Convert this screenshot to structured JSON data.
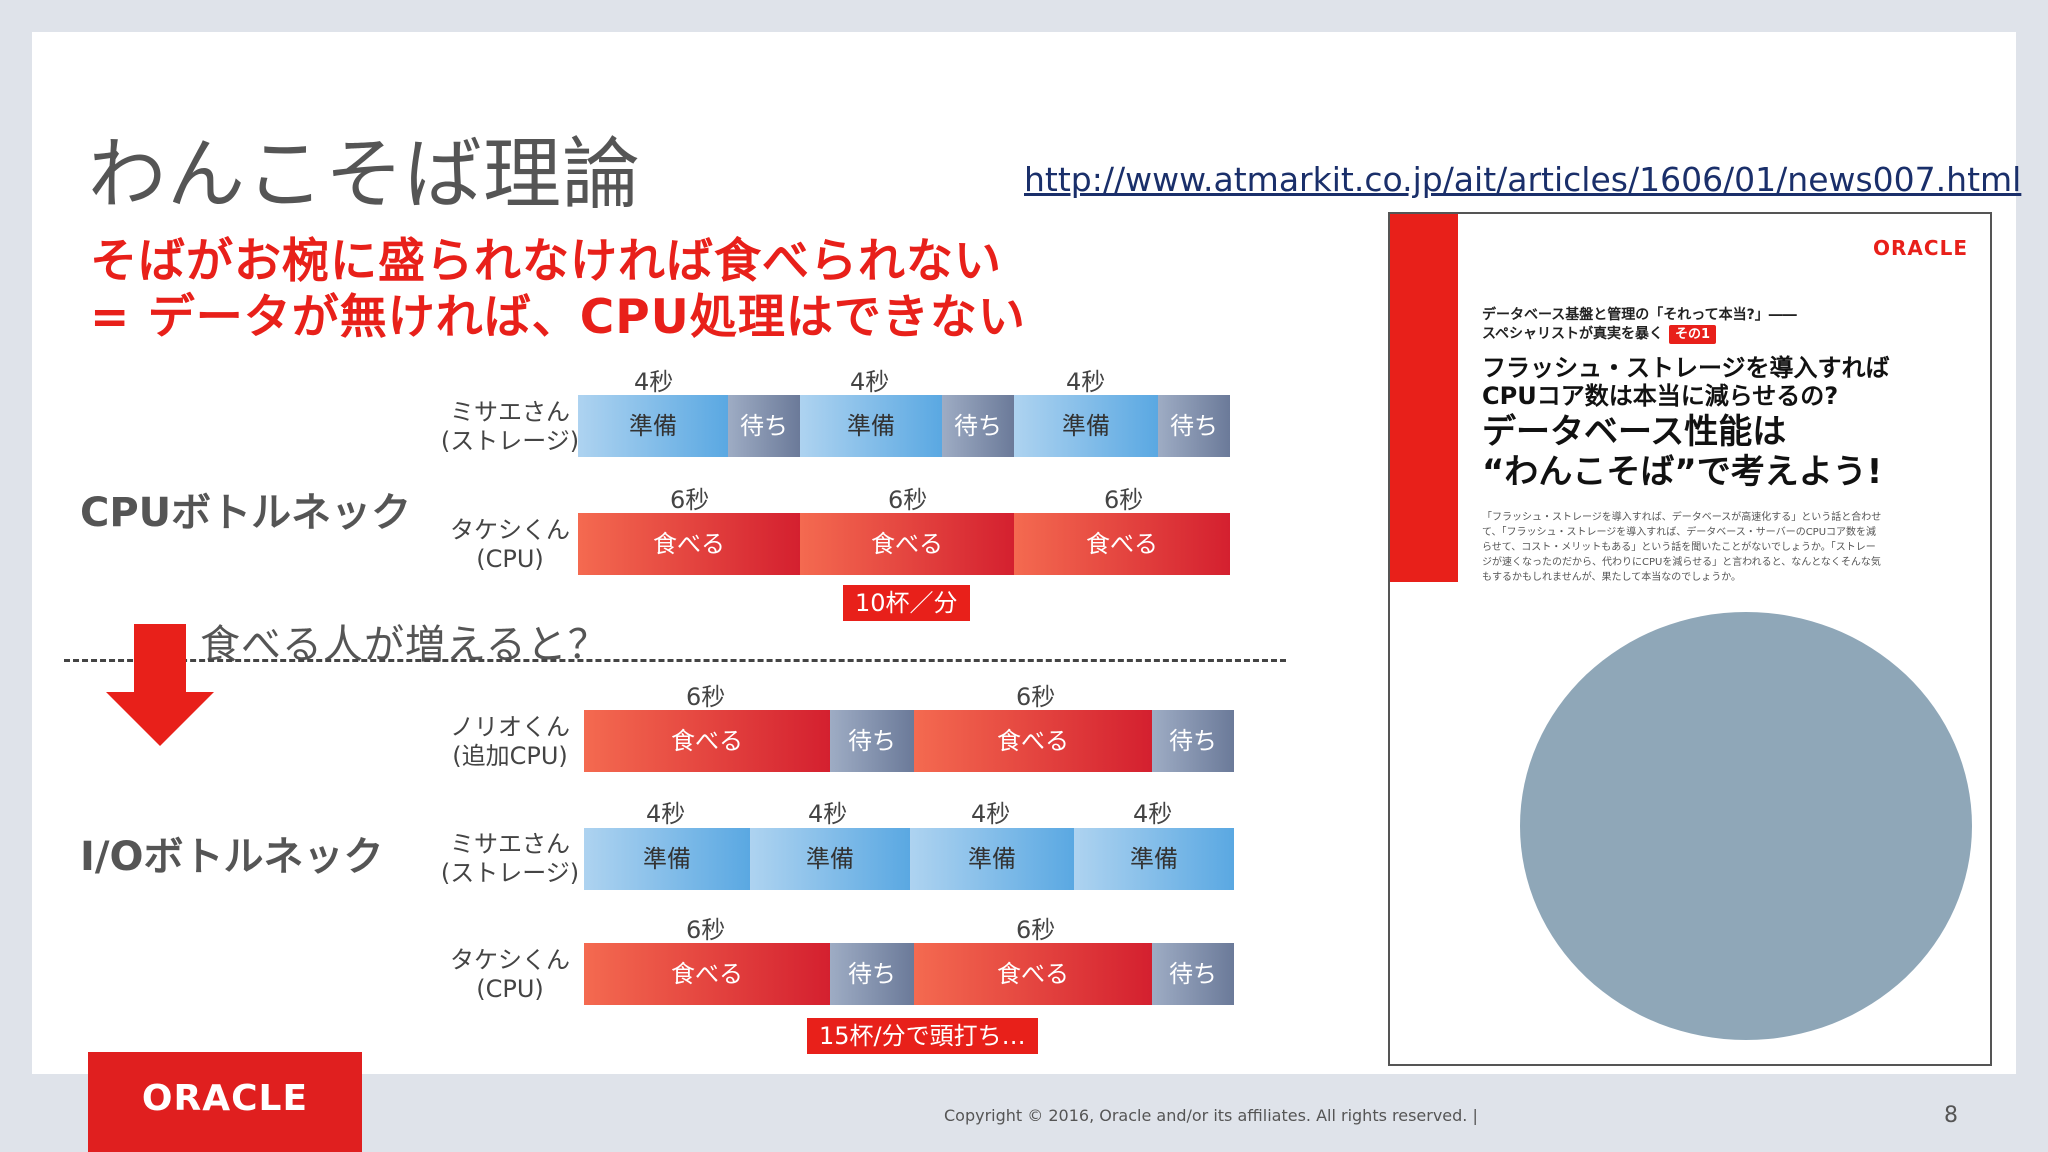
{
  "slide": {
    "title": "わんこそば理論",
    "url": "http://www.atmarkit.co.jp/ait/articles/1606/01/news007.html",
    "red_line_1": "そばがお椀に盛られなければ食べられない",
    "red_line_2": "= データが無ければ、CPU処理はできない",
    "cpu_section": "CPUボトルネック",
    "io_section": "I/Oボトルネック",
    "question": "食べる人が増えると？",
    "copyright": "Copyright © 2016, Oracle and/or its affiliates. All rights reserved.  |",
    "page_number": "8"
  },
  "labels": {
    "misae_1": "ミサエさん",
    "misae_2": "(ストレージ)",
    "takeshi_1": "タケシくん",
    "takeshi_2": "(CPU)",
    "norio_1": "ノリオくん",
    "norio_2": "(追加CPU)"
  },
  "segments": {
    "prep": "準備",
    "wait": "待ち",
    "eat": "食べる"
  },
  "durations": {
    "four": "4秒",
    "six": "6秒"
  },
  "rates": {
    "cpu": "10杯／分",
    "io": "15杯/分で頭打ち…"
  },
  "magazine": {
    "logo": "ORACLE",
    "kicker_1": "データベース基盤と管理の「それって本当?」――",
    "kicker_2": "スペシャリストが真実を暴く",
    "badge": "その1",
    "headline_1": "フラッシュ・ストレージを導入すれば",
    "headline_2": "CPUコア数は本当に減らせるの?",
    "headline_3": "データベース性能は",
    "headline_4": "“わんこそば”で考えよう!",
    "body": "「フラッシュ・ストレージを導入すれば、データベースが高速化する」という話と合わせて、「フラッシュ・ストレージを導入すれば、データベース・サーバーのCPUコア数を減らせて、コスト・メリットもある」という話を聞いたことがないでしょうか。「ストレージが速くなったのだから、代わりにCPUを減らせる」と言われると、なんとなくそんな気もするかもしれませんが、果たして本当なのでしょうか。"
  },
  "oracle_logo": "ORACLE",
  "colors": {
    "brand_red": "#e8201a",
    "oracle_red": "#e01f1f",
    "prep_blue": "#5aa8e2",
    "wait_gray": "#6b7a99"
  }
}
